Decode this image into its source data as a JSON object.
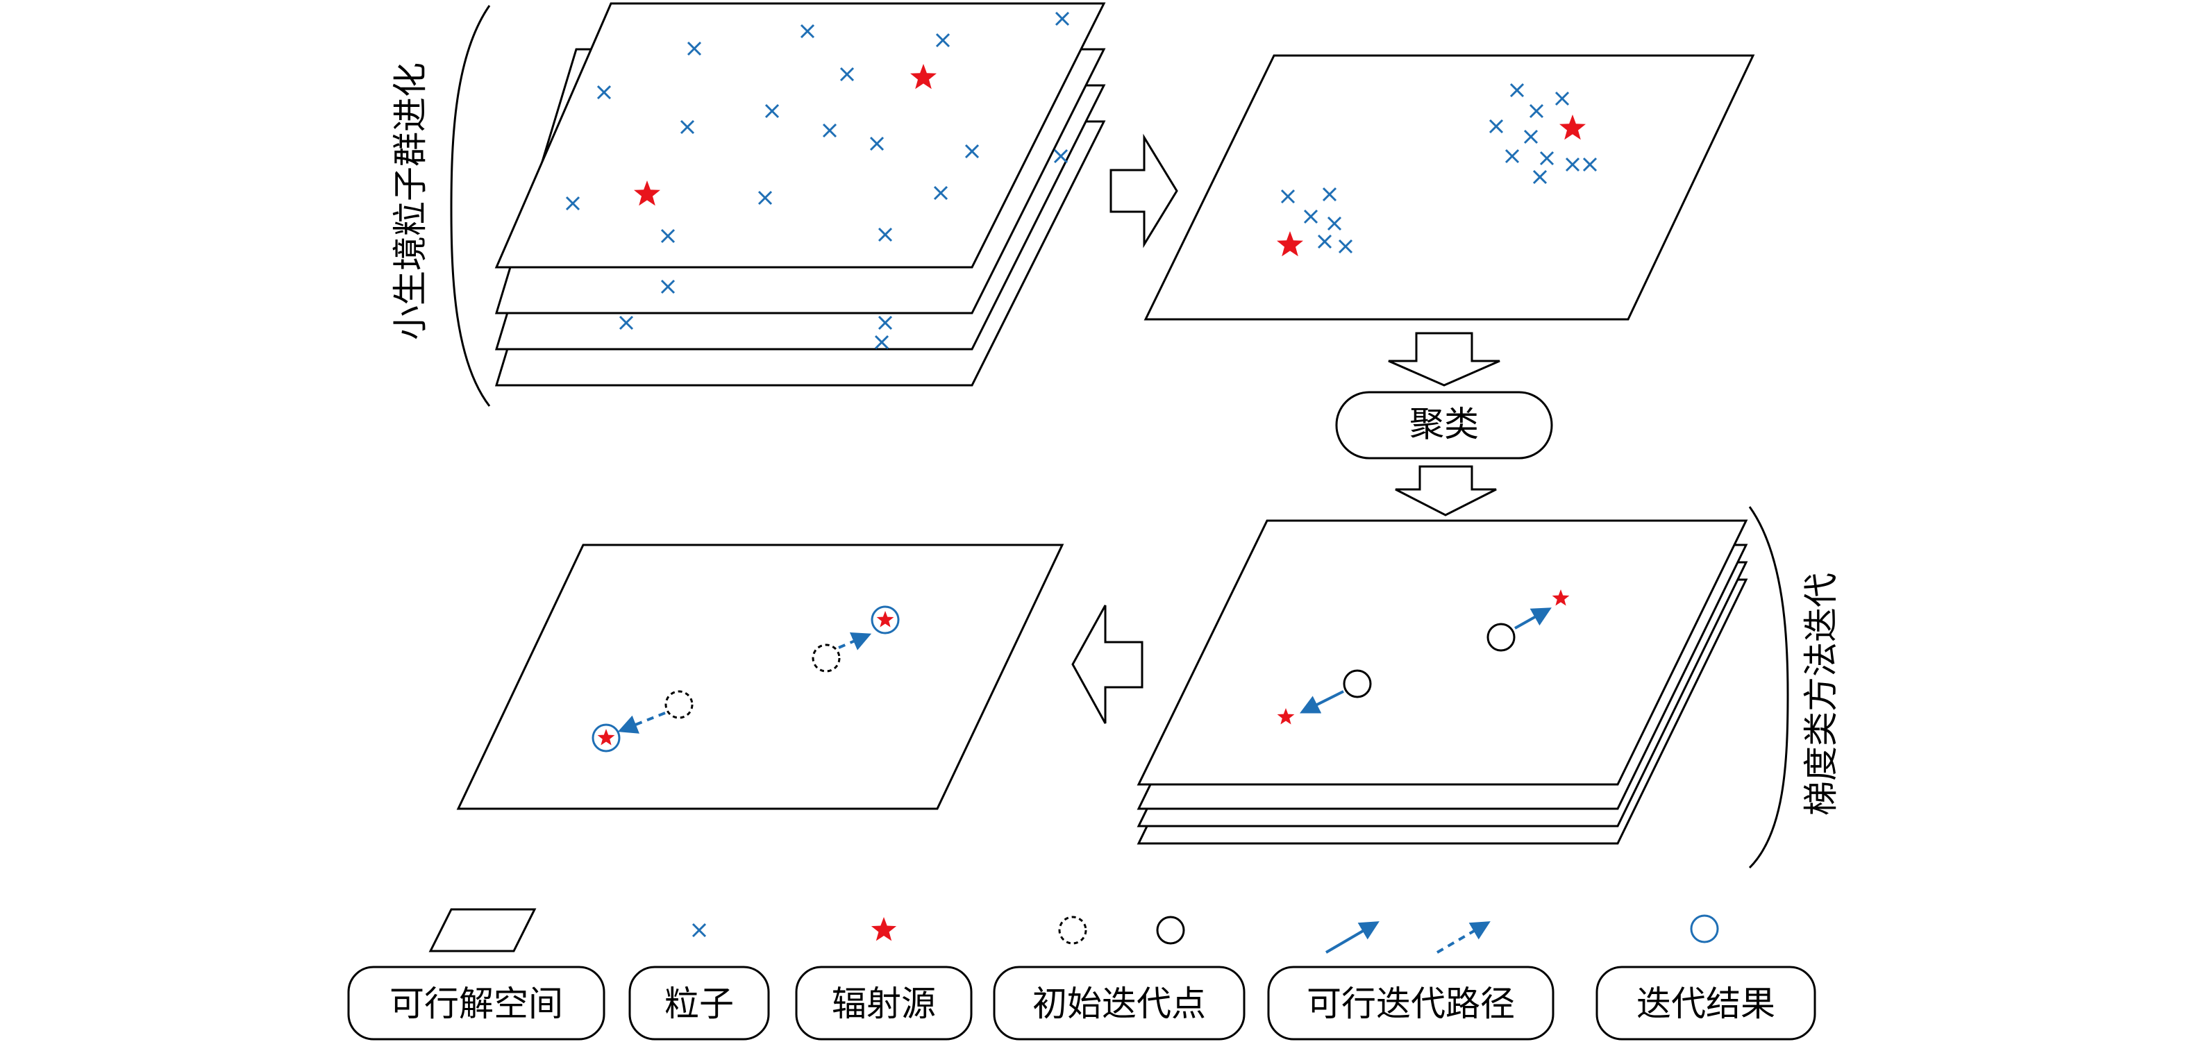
{
  "labels": {
    "niche_pso": "小生境粒子群进化",
    "gradient": "梯度类方法迭代",
    "clustering": "聚类"
  },
  "legend": [
    {
      "id": "solution-space",
      "label": "可行解空间",
      "icon": "parallelogram-icon"
    },
    {
      "id": "particle",
      "label": "粒子",
      "icon": "cross-icon"
    },
    {
      "id": "source",
      "label": "辐射源",
      "icon": "star-icon"
    },
    {
      "id": "initial-point",
      "label": "初始迭代点",
      "icon": "circle-icon"
    },
    {
      "id": "path",
      "label": "可行迭代路径",
      "icon": "arrow-icon"
    },
    {
      "id": "result",
      "label": "迭代结果",
      "icon": "ring-icon"
    }
  ],
  "colors": {
    "particle": "#1f6fb5",
    "star": "#e8141c",
    "line": "#000000",
    "arrow": "#1f6fb5"
  }
}
